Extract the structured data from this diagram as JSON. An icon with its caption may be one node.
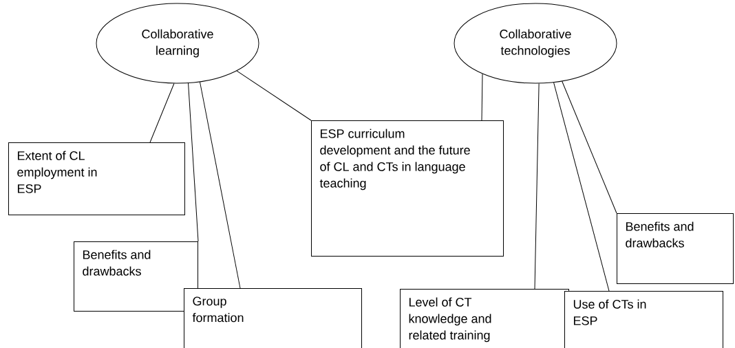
{
  "diagram": {
    "nodes": [
      {
        "text": [
          "Collaborative learning"
        ]
      },
      {
        "text": [
          "Collaborative technologies"
        ]
      },
      {
        "text": [
          "Extent of CL employment in ESP"
        ]
      },
      {
        "text": [
          "Benefits and drawbacks"
        ]
      },
      {
        "text": [
          "Group formation"
        ]
      },
      {
        "text": [
          "ESP curriculum development and the future of CL and CTs in language teaching"
        ]
      },
      {
        "text": [
          "Level of CT knowledge and related training"
        ]
      },
      {
        "text": [
          "Benefits and drawbacks"
        ]
      },
      {
        "text": [
          "Use of CTs in ESP"
        ]
      }
    ],
    "edges": [
      {
        "from": 0,
        "to": 2,
        "arrow": "none"
      },
      {
        "from": 0,
        "to": 3,
        "arrow": "none"
      },
      {
        "from": 0,
        "to": 4,
        "arrow": "none"
      },
      {
        "from": 0,
        "to": 5,
        "arrow": "none"
      },
      {
        "from": 1,
        "to": 5,
        "arrow": "none"
      },
      {
        "from": 1,
        "to": 6,
        "arrow": "none"
      },
      {
        "from": 1,
        "to": 8,
        "arrow": "none"
      },
      {
        "from": 1,
        "to": 7,
        "arrow": "none"
      }
    ]
  }
}
